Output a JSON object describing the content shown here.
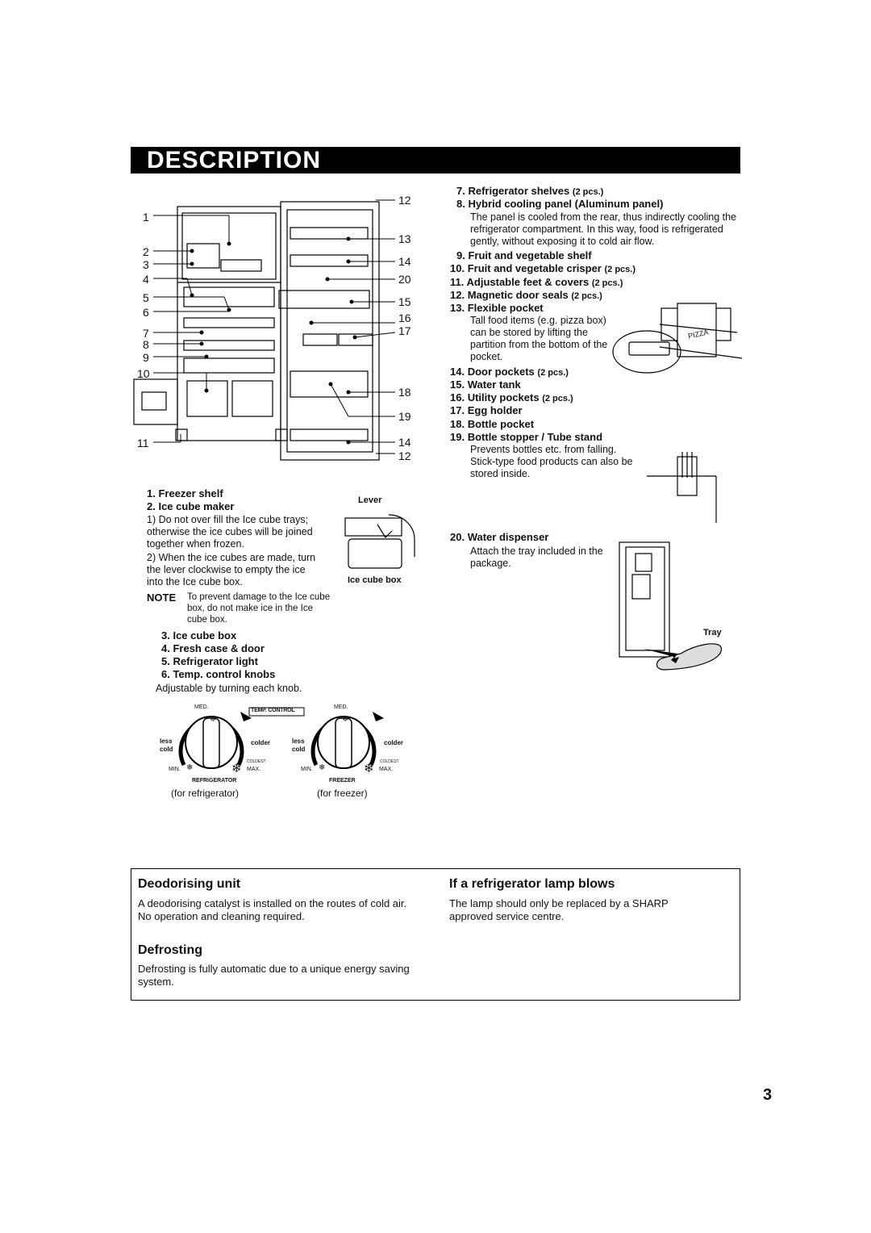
{
  "title": "DESCRIPTION",
  "callouts_left": [
    "1",
    "2",
    "3",
    "4",
    "5",
    "6",
    "7",
    "8",
    "9",
    "10",
    "11"
  ],
  "callouts_right": [
    "12",
    "13",
    "14",
    "20",
    "15",
    "16",
    "17",
    "18",
    "19",
    "14",
    "12"
  ],
  "left_items": {
    "i1": {
      "num": "1.",
      "label": "Freezer shelf"
    },
    "i2": {
      "num": "2.",
      "label": "Ice cube maker"
    },
    "i2_note1": "1) Do not over fill the Ice cube trays; otherwise the ice cubes will be joined together when frozen.",
    "i2_note2": "2) When the ice cubes are made, turn the lever clockwise to empty the ice into the Ice cube box.",
    "note_label": "NOTE",
    "note_text": "To prevent damage to the Ice cube box, do not make ice in the Ice cube box.",
    "lever_label": "Lever",
    "icebox_label": "Ice cube box",
    "i3": {
      "num": "3.",
      "label": "Ice cube box"
    },
    "i4": {
      "num": "4.",
      "label": "Fresh case & door"
    },
    "i5": {
      "num": "5.",
      "label": "Refrigerator light"
    },
    "i6": {
      "num": "6.",
      "label": "Temp. control knobs"
    },
    "i6_desc": "Adjustable by turning each knob."
  },
  "knobs": {
    "med": "MED.",
    "temp_control": "TEMP. CONTROL",
    "less_cold": "less cold",
    "colder": "colder",
    "coldest": "COLDEST",
    "min": "MIN.",
    "max": "MAX.",
    "refrigerator": "REFRIGERATOR",
    "freezer": "FREEZER",
    "for_refrigerator": "(for refrigerator)",
    "for_freezer": "(for freezer)"
  },
  "right_items": {
    "i7": {
      "num": "7.",
      "label": "Refrigerator shelves",
      "qty": "(2 pcs.)"
    },
    "i8": {
      "num": "8.",
      "label": "Hybrid cooling panel (Aluminum panel)"
    },
    "i8_desc": "The panel is cooled from the rear, thus indirectly cooling the refrigerator compartment. In this way, food is refrigerated gently, without exposing it to cold air flow.",
    "i9": {
      "num": "9.",
      "label": "Fruit and vegetable shelf"
    },
    "i10": {
      "num": "10.",
      "label": "Fruit and vegetable crisper",
      "qty": "(2 pcs.)"
    },
    "i11": {
      "num": "11.",
      "label": "Adjustable feet & covers",
      "qty": "(2 pcs.)"
    },
    "i12": {
      "num": "12.",
      "label": "Magnetic door seals",
      "qty": "(2 pcs.)"
    },
    "i13": {
      "num": "13.",
      "label": "Flexible pocket"
    },
    "i13_desc": "Tall food items (e.g. pizza box) can be stored by lifting the partition from the bottom of the pocket.",
    "pizza": "PIZZA",
    "i14": {
      "num": "14.",
      "label": "Door pockets",
      "qty": "(2 pcs.)"
    },
    "i15": {
      "num": "15.",
      "label": "Water tank"
    },
    "i16": {
      "num": "16.",
      "label": "Utility pockets",
      "qty": "(2 pcs.)"
    },
    "i17": {
      "num": "17.",
      "label": "Egg holder"
    },
    "i18": {
      "num": "18.",
      "label": "Bottle pocket"
    },
    "i19": {
      "num": "19.",
      "label": "Bottle stopper / Tube stand"
    },
    "i19_desc": "Prevents bottles etc. from falling. Stick-type food products can also be stored inside.",
    "i20": {
      "num": "20.",
      "label": "Water dispenser"
    },
    "i20_desc": "Attach the tray included in the package.",
    "tray": "Tray"
  },
  "deodorising": {
    "title": "Deodorising unit",
    "text": "A deodorising catalyst is installed on the routes of cold air. No operation and cleaning required."
  },
  "lamp": {
    "title": "If a refrigerator lamp blows",
    "text": "The lamp should only be replaced by a SHARP approved service centre."
  },
  "defrosting": {
    "title": "Defrosting",
    "text": "Defrosting is fully automatic due to a unique energy saving system."
  },
  "page_number": "3"
}
